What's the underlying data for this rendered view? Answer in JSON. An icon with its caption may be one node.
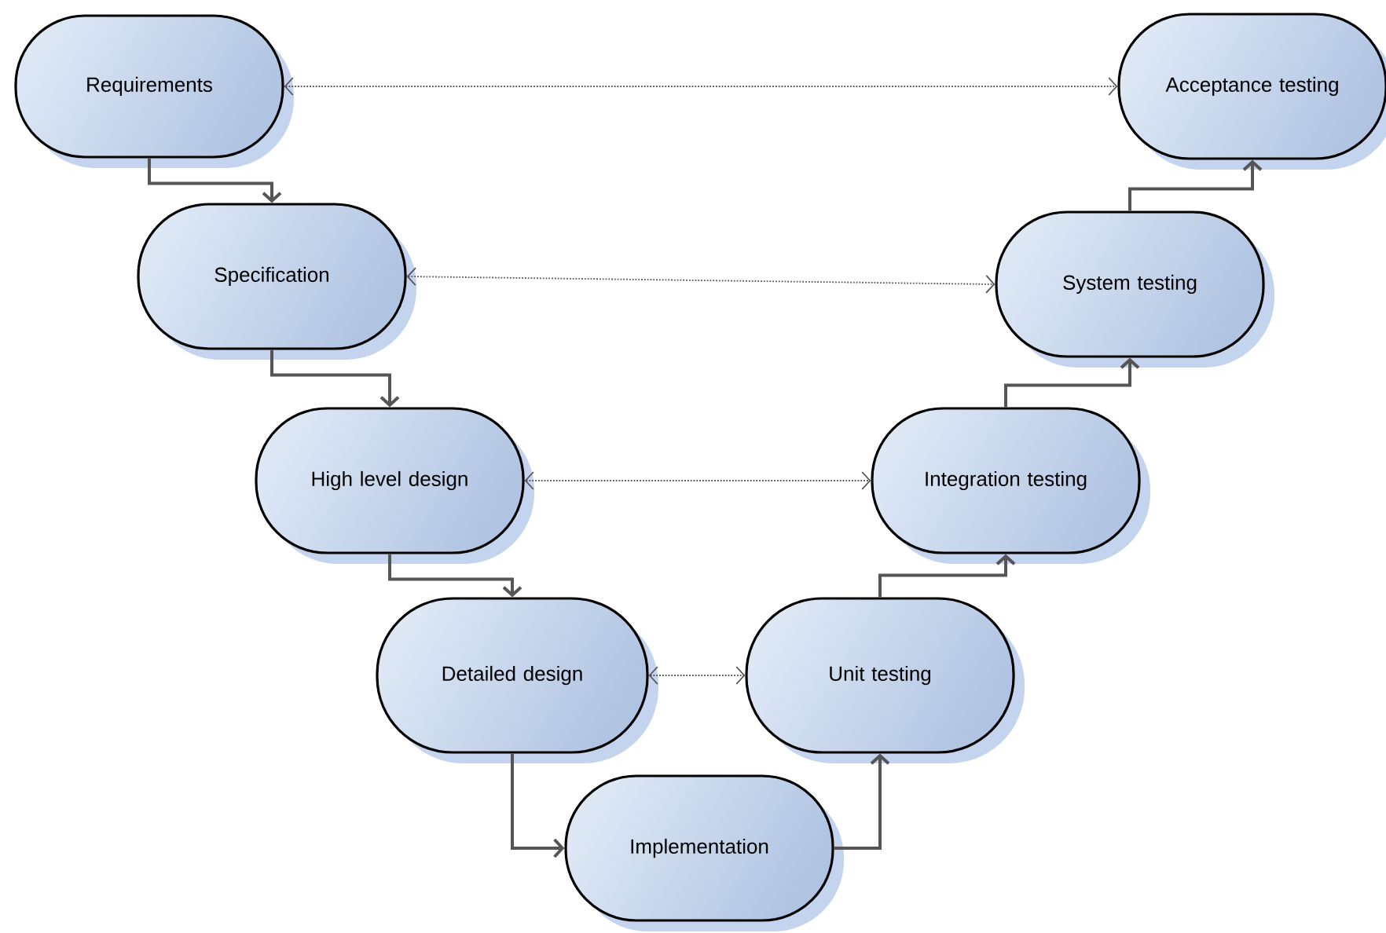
{
  "diagram": {
    "nodes": [
      {
        "text": [
          "Requirements"
        ]
      },
      {
        "text": [
          "Specification"
        ]
      },
      {
        "text": [
          "High level design"
        ]
      },
      {
        "text": [
          "Detailed design"
        ]
      },
      {
        "text": [
          "Implementation"
        ]
      },
      {
        "text": [
          "Unit testing"
        ]
      },
      {
        "text": [
          "Integration testing"
        ]
      },
      {
        "text": [
          "System testing"
        ]
      },
      {
        "text": [
          "Acceptance testing"
        ]
      }
    ],
    "edges": [
      {
        "from": 0,
        "to": 1,
        "arrow": "to"
      },
      {
        "from": 1,
        "to": 2,
        "arrow": "to"
      },
      {
        "from": 2,
        "to": 3,
        "arrow": "to"
      },
      {
        "from": 3,
        "to": 4,
        "arrow": "to"
      },
      {
        "from": 4,
        "to": 5,
        "arrow": "to"
      },
      {
        "from": 5,
        "to": 6,
        "arrow": "to"
      },
      {
        "from": 6,
        "to": 7,
        "arrow": "to"
      },
      {
        "from": 7,
        "to": 8,
        "arrow": "to"
      },
      {
        "from": 0,
        "to": 8,
        "arrow": "both",
        "style": "dashed"
      },
      {
        "from": 1,
        "to": 7,
        "arrow": "both",
        "style": "dashed"
      },
      {
        "from": 2,
        "to": 6,
        "arrow": "both",
        "style": "dashed"
      },
      {
        "from": 3,
        "to": 5,
        "arrow": "both",
        "style": "dashed"
      }
    ]
  }
}
